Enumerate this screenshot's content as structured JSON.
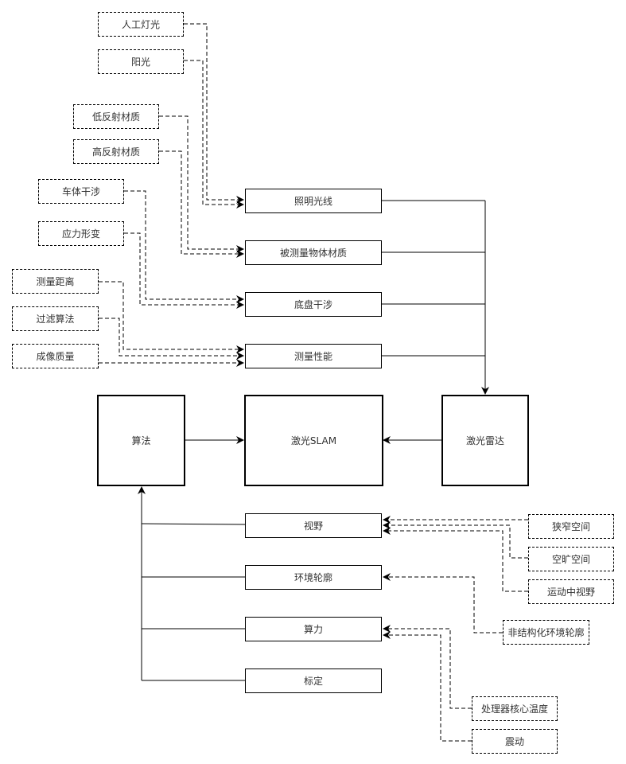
{
  "diagram": {
    "title": "激光SLAM影响因素",
    "core": {
      "label": "激光SLAM"
    },
    "algorithm": {
      "label": "算法"
    },
    "lidar": {
      "label": "激光雷达"
    },
    "lidar_factors": [
      {
        "label": "照明光线",
        "sources": [
          "人工灯光",
          "阳光"
        ]
      },
      {
        "label": "被测量物体材质",
        "sources": [
          "低反射材质",
          "高反射材质"
        ]
      },
      {
        "label": "底盘干涉",
        "sources": [
          "车体干涉",
          "应力形变"
        ]
      },
      {
        "label": "测量性能",
        "sources": [
          "测量距离",
          "过滤算法",
          "成像质量"
        ]
      }
    ],
    "algorithm_factors": [
      {
        "label": "视野",
        "sources": [
          "狭窄空间",
          "空旷空间",
          "运动中视野"
        ]
      },
      {
        "label": "环境轮廓",
        "sources": [
          "非结构化环境轮廓"
        ]
      },
      {
        "label": "算力",
        "sources": [
          "处理器核心温度",
          "震动"
        ]
      },
      {
        "label": "标定",
        "sources": []
      }
    ],
    "colors": {
      "line": "#000000",
      "text": "#333333",
      "background": "#ffffff"
    }
  }
}
